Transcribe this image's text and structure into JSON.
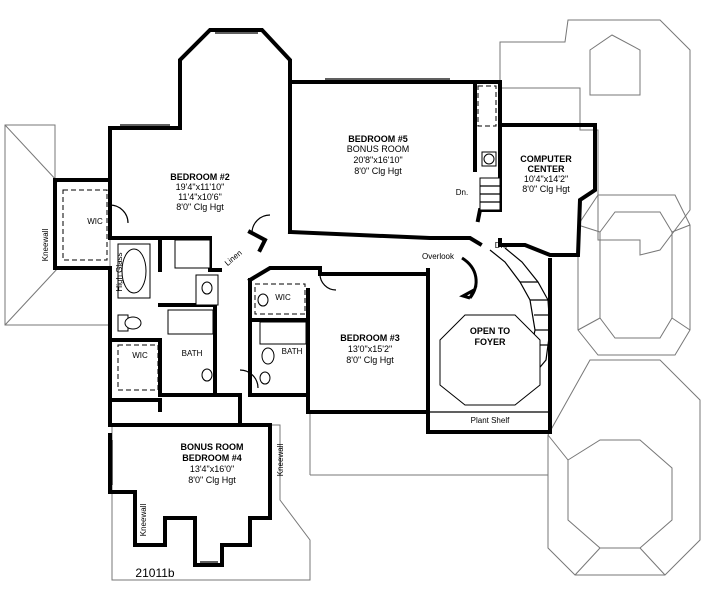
{
  "plan_id": "21011b",
  "rooms": {
    "bedroom2": {
      "name": "BEDROOM #2",
      "dim1": "19'4\"x11'10\"",
      "dim2": "11'4\"x10'6\"",
      "clg": "8'0\" Clg Hgt"
    },
    "bedroom5": {
      "name": "BEDROOM #5",
      "alt": "BONUS ROOM",
      "dim": "20'8\"x16'10\"",
      "clg": "8'0\" Clg Hgt"
    },
    "computer": {
      "name1": "COMPUTER",
      "name2": "CENTER",
      "dim": "10'4\"x14'2\"",
      "clg": "8'0\" Clg Hgt"
    },
    "bedroom3": {
      "name": "BEDROOM #3",
      "dim": "13'0\"x15'2\"",
      "clg": "8'0\" Clg Hgt"
    },
    "bonus4": {
      "name1": "BONUS ROOM",
      "name2": "BEDROOM #4",
      "dim": "13'4\"x16'0\"",
      "clg": "8'0\" Clg Hgt"
    },
    "foyer": {
      "name1": "OPEN TO",
      "name2": "FOYER"
    }
  },
  "labels": {
    "wic": "WIC",
    "bath": "BATH",
    "linen": "Linen",
    "dn": "Dn.",
    "overlook": "Overlook",
    "plant_shelf": "Plant Shelf",
    "kneewall": "Kneewall",
    "high_glass": "High Glass"
  }
}
